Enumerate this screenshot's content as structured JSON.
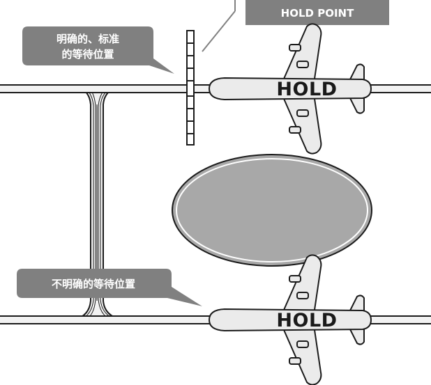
{
  "hold_point_label": "HOLD POINT",
  "callout_top": {
    "line1": "明确的、标准",
    "line2": "的等待位置"
  },
  "callout_bottom": {
    "text": "不明确的等待位置"
  },
  "plane_top": {
    "label": "HOLD"
  },
  "plane_bottom": {
    "label": "HOLD"
  },
  "colors": {
    "callout_bg": "#808080",
    "plane_fill": "#ebebeb",
    "ellipse_fill": "#a8a8a8",
    "stroke": "#1a1a1a",
    "taxiway_fill": "#f2f2f2"
  }
}
